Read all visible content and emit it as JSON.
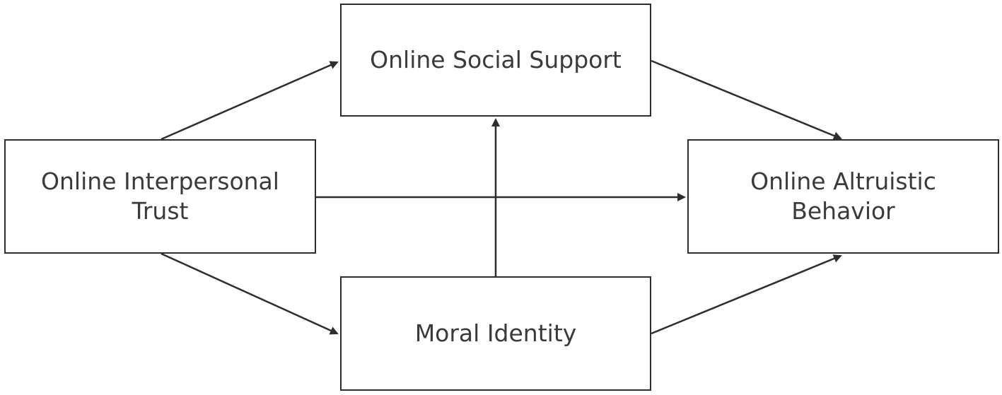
{
  "diagram": {
    "nodes": {
      "online_social_support": "Online Social Support",
      "online_interpersonal_trust": "Online Interpersonal\nTrust",
      "online_altruistic_behavior": "Online Altruistic\nBehavior",
      "moral_identity": "Moral Identity"
    },
    "edges": [
      {
        "from": "Online Interpersonal Trust",
        "to": "Online Social Support"
      },
      {
        "from": "Online Interpersonal Trust",
        "to": "Online Altruistic Behavior"
      },
      {
        "from": "Online Interpersonal Trust",
        "to": "Moral Identity"
      },
      {
        "from": "Online Social Support",
        "to": "Online Altruistic Behavior"
      },
      {
        "from": "Moral Identity",
        "to": "Online Altruistic Behavior"
      },
      {
        "from": "Moral Identity",
        "to": "Online Social Support"
      }
    ],
    "colors": {
      "stroke": "#2e2e2e",
      "text": "#3a3a3a",
      "background": "#ffffff"
    }
  }
}
